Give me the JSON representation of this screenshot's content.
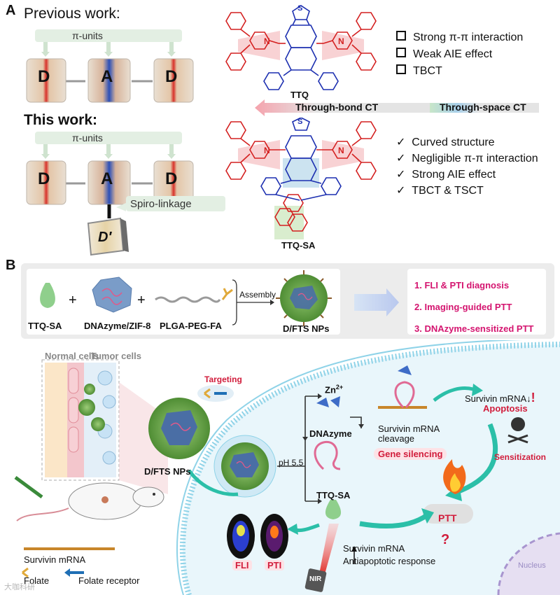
{
  "panelA": {
    "letter": "A",
    "previous_title": "Previous work:",
    "this_title": "This work:",
    "pi_units": "π-units",
    "D": "D",
    "A": "A",
    "D_prime": "D′",
    "spiro": "Spiro-linkage",
    "ttq_label": "TTQ",
    "ttqsa_label": "TTQ-SA",
    "thiadiazole_S": "S",
    "N": "N",
    "through_bond": "Through-bond CT",
    "through_space": "Through-space CT",
    "prev_props": [
      "Strong π-π interaction",
      "Weak AIE effect",
      "TBCT"
    ],
    "this_props": [
      "Curved  structure",
      "Negligible π-π interaction",
      "Strong AIE effect",
      "TBCT & TSCT"
    ],
    "check_mark": "✓"
  },
  "panelB": {
    "letter": "B",
    "plus": "+",
    "components": [
      "TTQ-SA",
      "DNAzyme/ZIF-8",
      "PLGA-PEG-FA"
    ],
    "assembly": "Assembly",
    "np_label": "D/FTS NPs",
    "outcomes": [
      "1. FLI & PTI diagnosis",
      "2. Imaging-guided PTT",
      "3. DNAzyme-sensitized PTT"
    ],
    "normal_cells": "Normal cells",
    "tumor_cells": "Tumor cells",
    "targeting": "Targeting",
    "dfts_np": "D/FTS NPs",
    "ph": "pH 5.5",
    "zn": "Zn",
    "zn_sup": "2+",
    "dnazyme": "DNAzyme",
    "ttqsa": "TTQ-SA",
    "cleavage": "Survivin mRNA cleavage",
    "gene_silencing": "Gene silencing",
    "survivin_down": "Survivin mRNA",
    "apoptosis": "Apoptosis",
    "sensitization": "Sensitization",
    "ptt": "PTT",
    "fli": "FLI",
    "pti": "PTI",
    "nir": "NIR",
    "survivin_up": "Survivin mRNA",
    "antiapoptotic": "Antiapoptotic response",
    "nucleus": "Nucleus",
    "legend_mrna": "Survivin mRNA",
    "legend_folate": "Folate",
    "legend_receptor": "Folate receptor",
    "watermark": "大咖科研"
  },
  "colors": {
    "red_structure": "#d42020",
    "blue_structure": "#1c2fb0",
    "cyan_cell": "#8fd3e8",
    "pink_text": "#d4146f",
    "np_green": "#6cae4b"
  }
}
